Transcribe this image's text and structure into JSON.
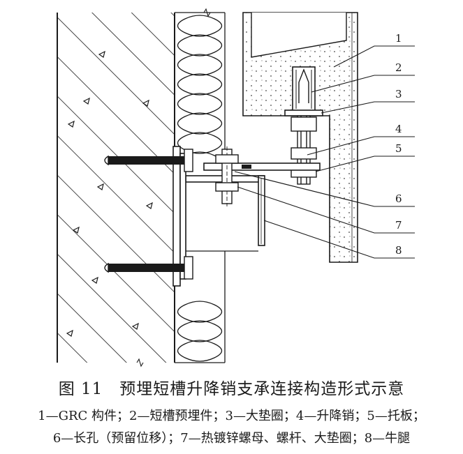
{
  "figure": {
    "title": "图 11　预埋短槽升降销支承连接构造形式示意",
    "legend_line_1": "1—GRC 构件；2—短槽预埋件；3—大垫圈；4—升降销；5—托板；",
    "legend_line_2": "6—长孔（预留位移）；7—热镀锌螺母、螺杆、大垫圈；8—牛腿"
  },
  "callouts": [
    "1",
    "2",
    "3",
    "4",
    "5",
    "6",
    "7",
    "8"
  ],
  "colors": {
    "line": "#1a1a1a",
    "fill": "#ffffff"
  }
}
